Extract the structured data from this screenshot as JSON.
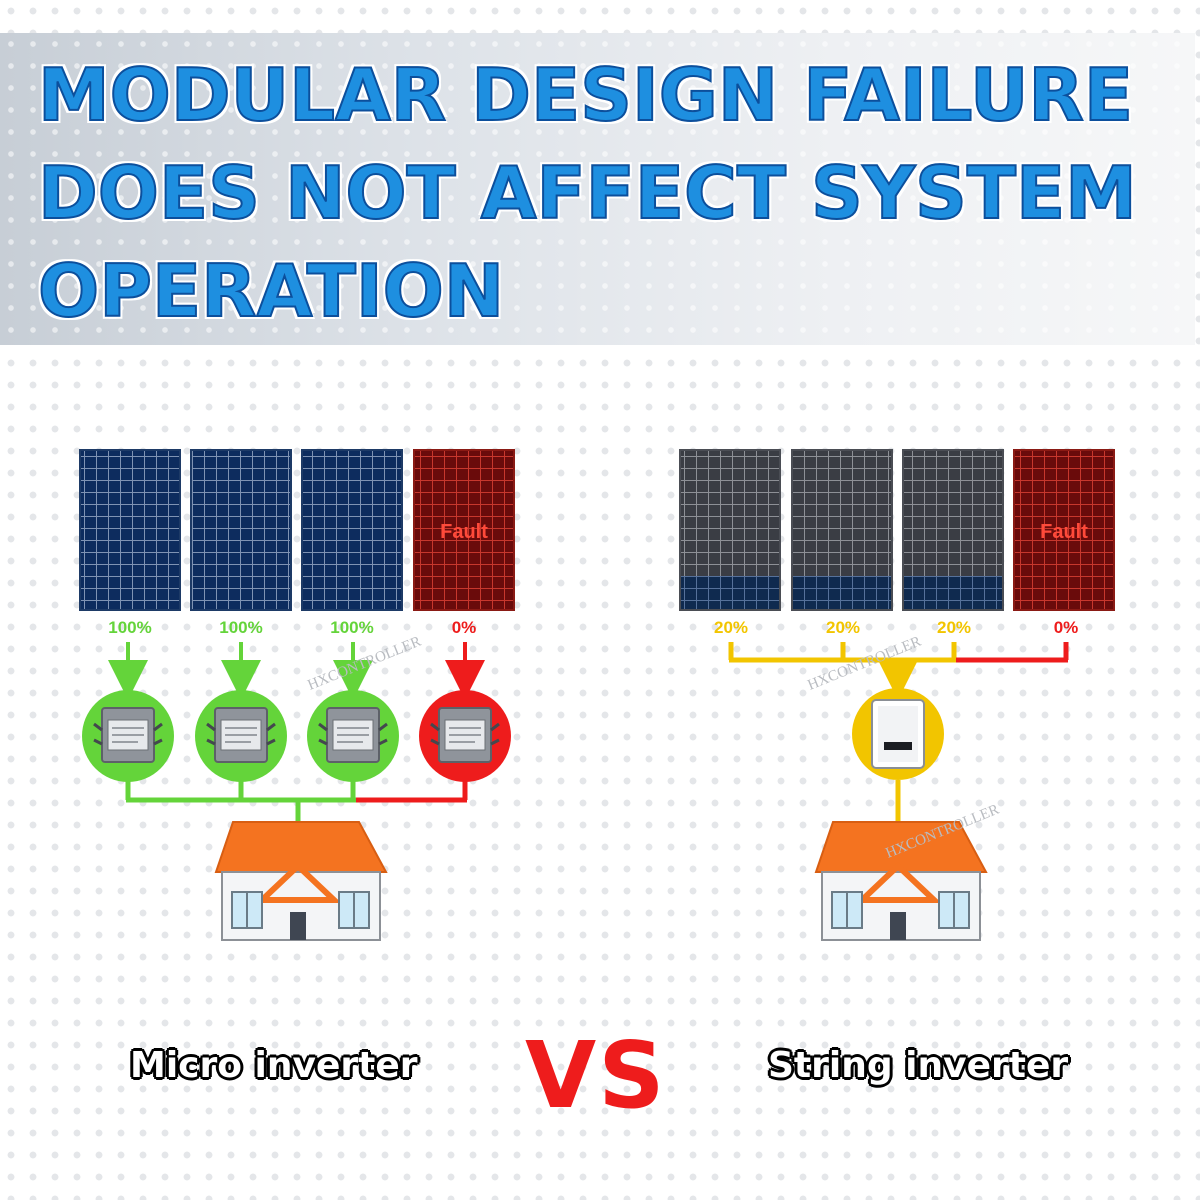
{
  "headline": {
    "line1": "MODULAR DESIGN FAILURE",
    "line2": "DOES NOT AFFECT SYSTEM",
    "line3": "OPERATION"
  },
  "micro": {
    "panels": [
      {
        "label": "100%",
        "status": "ok",
        "fault_text": ""
      },
      {
        "label": "100%",
        "status": "ok",
        "fault_text": ""
      },
      {
        "label": "100%",
        "status": "ok",
        "fault_text": ""
      },
      {
        "label": "0%",
        "status": "fault",
        "fault_text": "Fault"
      }
    ],
    "caption": "Micro inverter"
  },
  "string": {
    "panels": [
      {
        "label": "20%",
        "status": "degraded",
        "fault_text": ""
      },
      {
        "label": "20%",
        "status": "degraded",
        "fault_text": ""
      },
      {
        "label": "20%",
        "status": "degraded",
        "fault_text": ""
      },
      {
        "label": "0%",
        "status": "fault",
        "fault_text": "Fault"
      }
    ],
    "caption": "String inverter"
  },
  "vs_label": "VS",
  "watermark": "HXCONTROLLER",
  "colors": {
    "ok": "#64d43a",
    "fault": "#ee1c1c",
    "string_line": "#f2c500",
    "headline_fill": "#1e8fe0",
    "roof": "#f47320",
    "panel_blue": "#0d2c5e",
    "panel_fault": "#6a0b0b",
    "panel_gray": "#3a3d44"
  }
}
